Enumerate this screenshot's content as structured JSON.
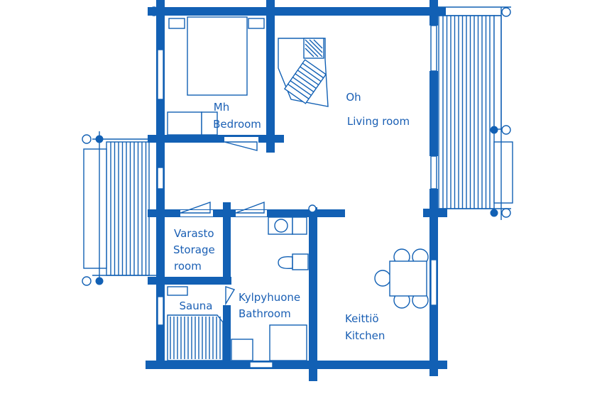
{
  "rooms": {
    "bedroom": {
      "fi": "Mh",
      "en": "Bedroom"
    },
    "living": {
      "fi": "Oh",
      "en": "Living room"
    },
    "storage": {
      "fi": "Varasto",
      "en1": "Storage",
      "en2": "room"
    },
    "sauna": {
      "fi": "Sauna"
    },
    "bathroom": {
      "fi": "Kylpyhuone",
      "en": "Bathroom"
    },
    "kitchen": {
      "fi": "Keittiö",
      "en": "Kitchen"
    }
  },
  "colors": {
    "wall": "#1260b4",
    "line": "#1260b4",
    "text": "#1a5fb4",
    "background": "#ffffff"
  }
}
